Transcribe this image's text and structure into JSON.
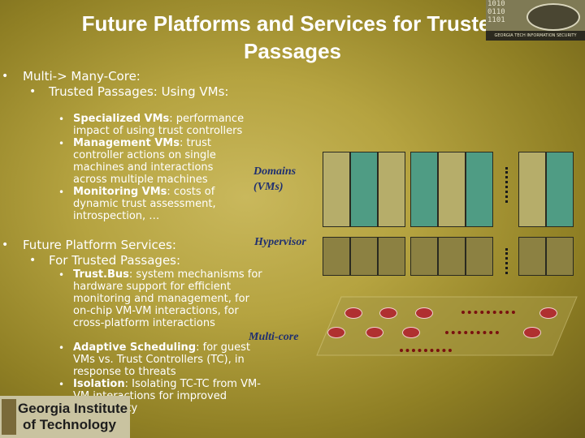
{
  "title": {
    "line1": "Future Platforms and Services for Trusted",
    "line2": "Passages"
  },
  "logos": {
    "top_right_bits": "1010\n0110\n1101",
    "top_right_caption": "GEORGIA TECH INFORMATION SECURITY CENTER",
    "bottom_left_line1": "Georgia Institute",
    "bottom_left_line2": "of Technology"
  },
  "section1": {
    "heading": "Multi-> Many-Core:",
    "sub": "Trusted Passages: Using VMs:",
    "items": [
      {
        "strong": "Specialized VMs",
        "rest": ": performance impact of using trust controllers"
      },
      {
        "strong": "Management VMs",
        "rest": ": trust controller actions on single machines and interactions across multiple machines"
      },
      {
        "strong": "Monitoring VMs",
        "rest": ": costs of dynamic trust assessment, introspection, …"
      }
    ]
  },
  "section2": {
    "heading": "Future Platform Services:",
    "sub": "For Trusted Passages:",
    "items": [
      {
        "strong": "Trust.Bus",
        "rest": ": system mechanisms for hardware support for efficient monitoring and management, for on-chip VM-VM interactions, for cross-platform interactions"
      },
      {
        "strong": "Adaptive Scheduling",
        "rest": ": for guest VMs vs. Trust Controllers (TC), in response to threats"
      },
      {
        "strong": "Isolation",
        "rest": ": Isolating TC-TC from VM-VM interactions for improved survivability"
      }
    ]
  },
  "diagram": {
    "domains_label": "Domains",
    "domains_sub": "(VMs)",
    "hypervisor_label": "Hypervisor",
    "multicore_label": "Multi-core",
    "colors": {
      "olive": "#b6ad6a",
      "teal": "#4f9c84",
      "hypervisor": "#8c8142",
      "core": "#b03030"
    }
  }
}
